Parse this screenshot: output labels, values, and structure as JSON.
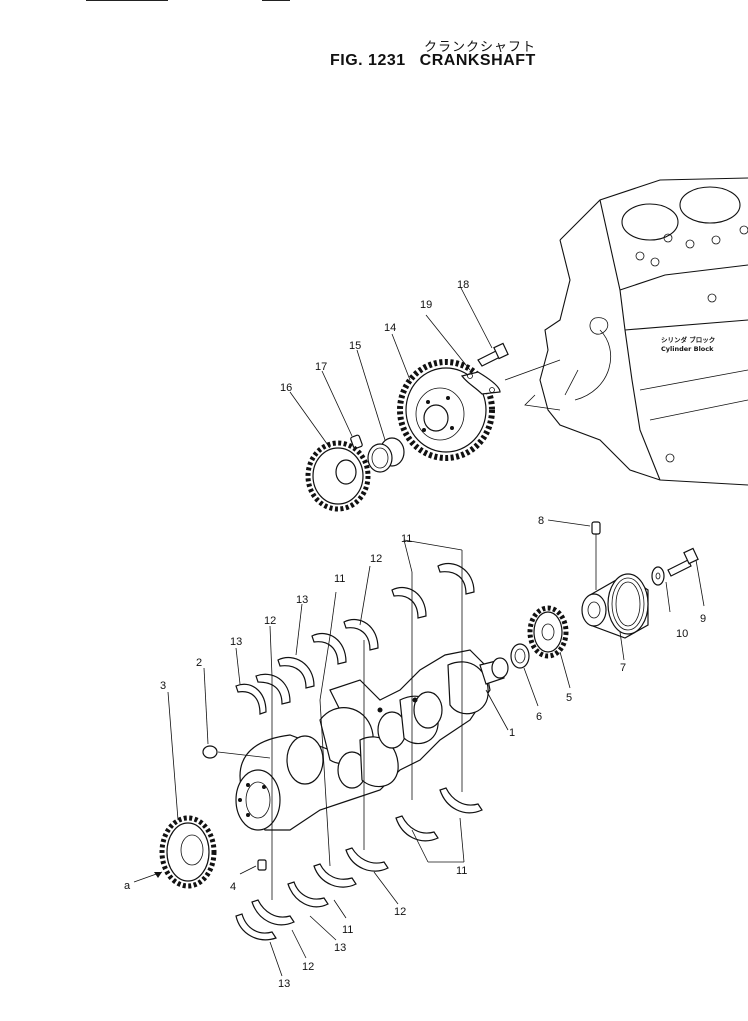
{
  "header": {
    "title_jp": "クランクシャフト",
    "fig_number": "FIG. 1231",
    "fig_title": "CRANKSHAFT"
  },
  "block_label": {
    "jp": "シリンダ ブロック",
    "en": "Cylinder Block"
  },
  "callouts": {
    "c1": "1",
    "c2": "2",
    "c3": "3",
    "c4": "4",
    "c5": "5",
    "c6": "6",
    "c7": "7",
    "c8": "8",
    "c9": "9",
    "c10": "10",
    "c11a": "11",
    "c11b": "11",
    "c11c": "11",
    "c11d": "11",
    "c12a": "12",
    "c12b": "12",
    "c12c": "12",
    "c12d": "12",
    "c13a": "13",
    "c13b": "13",
    "c13c": "13",
    "c13d": "13",
    "c14": "14",
    "c15": "15",
    "c16": "16",
    "c17": "17",
    "c18": "18",
    "c19": "19"
  }
}
